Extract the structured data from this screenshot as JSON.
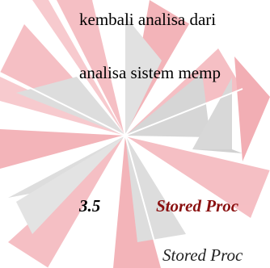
{
  "document": {
    "body_lines": [
      "kembali analisa dari",
      "analisa sistem memp"
    ],
    "section": {
      "number": "3.5",
      "title": "Stored Proc"
    },
    "continuation_line": "Stored Proc"
  },
  "colors": {
    "text": "#000000",
    "heading_title": "#8a1010",
    "watermark_pink": "#f4b8bd",
    "watermark_gray": "#d9d9d9"
  },
  "watermark": {
    "icon": "university-logo-watermark"
  }
}
